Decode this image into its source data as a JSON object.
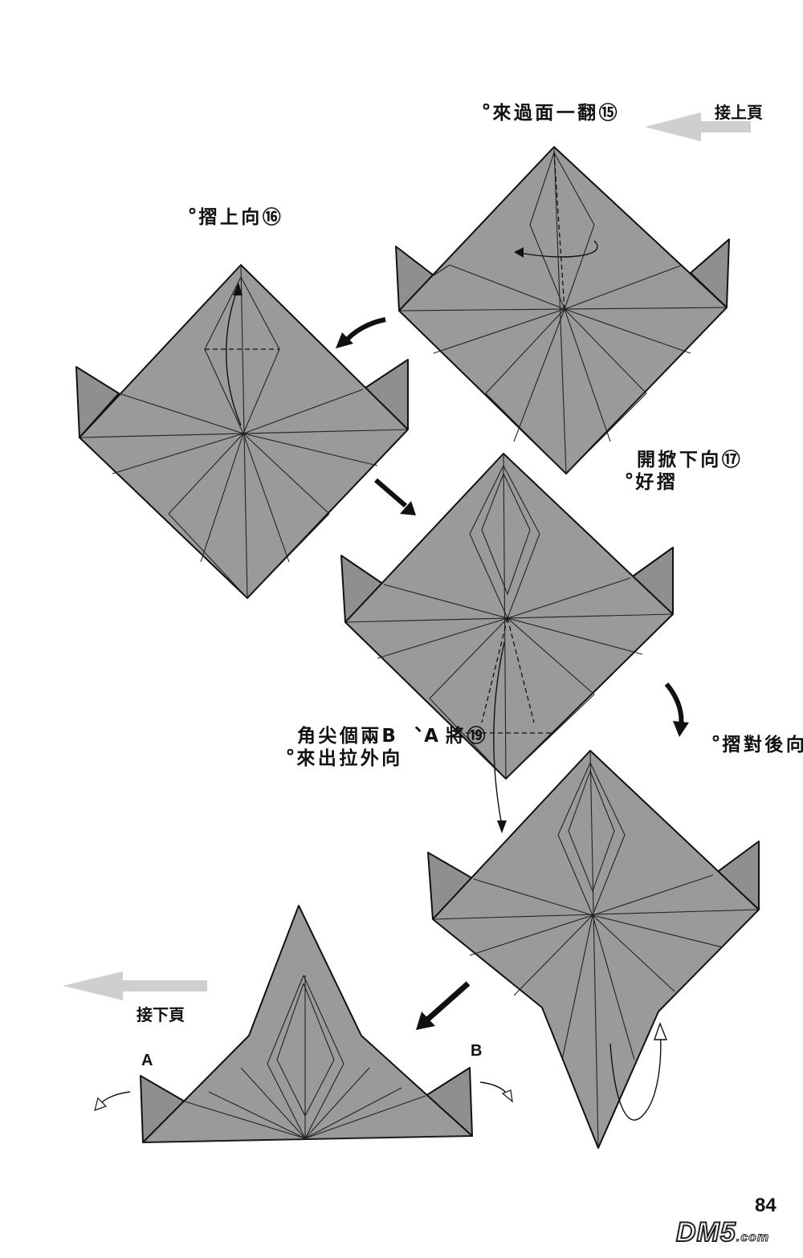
{
  "page": {
    "number": "84",
    "continue_from": "接上頁",
    "continue_to": "接下頁",
    "watermark": "DM5",
    "watermark_suffix": ".com"
  },
  "steps": [
    {
      "label": "⑮\n翻\n一\n面\n過\n來\n。"
    },
    {
      "label": "⑯\n向\n上\n摺\n。"
    },
    {
      "col1": "⑰\n向\n下\n掀\n開",
      "col2": "摺\n好\n。"
    },
    {
      "label": "⑱\n向\n後\n對\n摺\n。"
    },
    {
      "col1": "⑲\n將\nA\n、\nB\n兩\n個\n尖\n角",
      "col2": "向\n外\n拉\n出\n來\n。"
    }
  ],
  "points": {
    "a": "A",
    "b": "B"
  },
  "colors": {
    "paper": "#9a9a9a",
    "ink": "#111111",
    "nav_arrow": "#cfcfcf"
  },
  "icons": [
    "arrow-left-icon",
    "curved-arrow-icon",
    "rotate-arrow-icon",
    "fold-arrow-icon"
  ]
}
